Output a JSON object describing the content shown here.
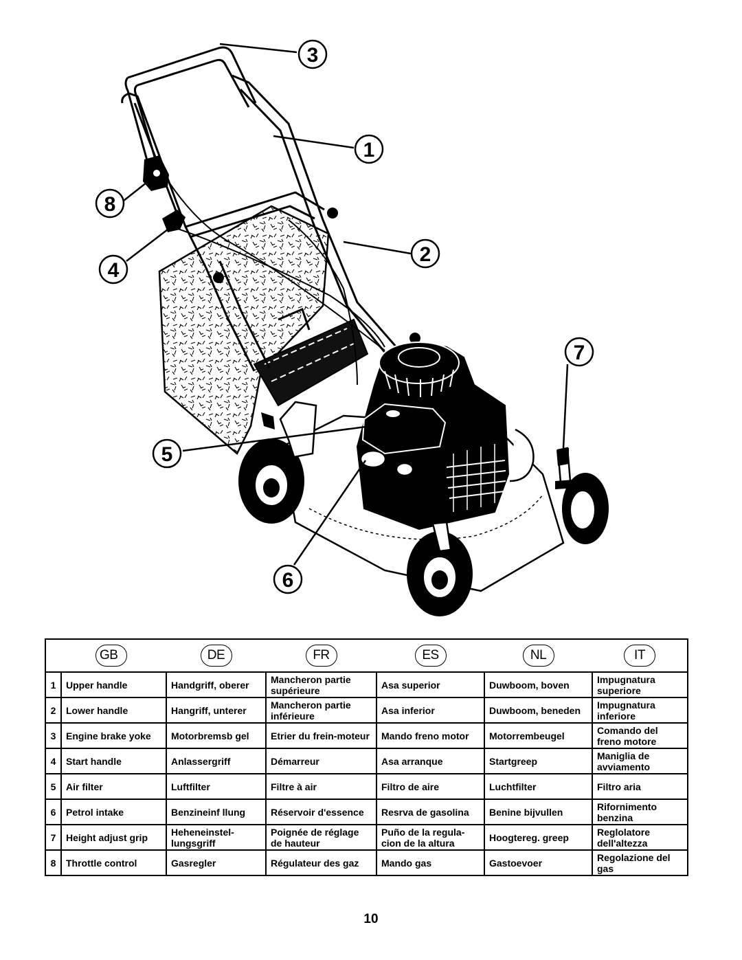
{
  "figure": {
    "callouts": [
      "1",
      "2",
      "3",
      "4",
      "5",
      "6",
      "7",
      "8"
    ]
  },
  "legend": {
    "languages": [
      "GB",
      "DE",
      "FR",
      "ES",
      "NL",
      "IT"
    ],
    "rows": [
      {
        "num": "1",
        "cells": [
          "Upper handle",
          "Handgriff, oberer",
          "Mancheron partie supérieure",
          "Asa superior",
          "Duwboom, boven",
          "Impugnatura superiore"
        ]
      },
      {
        "num": "2",
        "cells": [
          "Lower handle",
          "Hangriff, unterer",
          "Mancheron partie inférieure",
          "Asa inferior",
          "Duwboom, beneden",
          "Impugnatura inferiore"
        ]
      },
      {
        "num": "3",
        "cells": [
          "Engine brake yoke",
          "Motorbremsb gel",
          "Etrier du frein-moteur",
          "Mando freno motor",
          "Motorrembeugel",
          "Comando del freno motore"
        ]
      },
      {
        "num": "4",
        "cells": [
          "Start handle",
          "Anlassergriff",
          "Démarreur",
          "Asa arranque",
          "Startgreep",
          "Maniglia de avviamento"
        ]
      },
      {
        "num": "5",
        "cells": [
          "Air filter",
          "Luftfilter",
          "Filtre à air",
          "Filtro de aire",
          "Luchtfilter",
          "Filtro aria"
        ]
      },
      {
        "num": "6",
        "cells": [
          "Petrol intake",
          "Benzineinf llung",
          "Réservoir d'essence",
          "Resrva de gasolina",
          "Benine bijvullen",
          "Rifornimento benzina"
        ]
      },
      {
        "num": "7",
        "cells": [
          "Height adjust grip",
          "Heheneinstel-lungsgriff",
          "Poignée de réglage de hauteur",
          "Puño de la regula-cion de la altura",
          "Hoogtereg. greep",
          "Reglolatore dell'altezza"
        ]
      },
      {
        "num": "8",
        "cells": [
          "Throttle control",
          "Gasregler",
          "Régulateur des gaz",
          "Mando gas",
          "Gastoevoer",
          "Regolazione del gas"
        ]
      }
    ]
  },
  "page_number": "10"
}
